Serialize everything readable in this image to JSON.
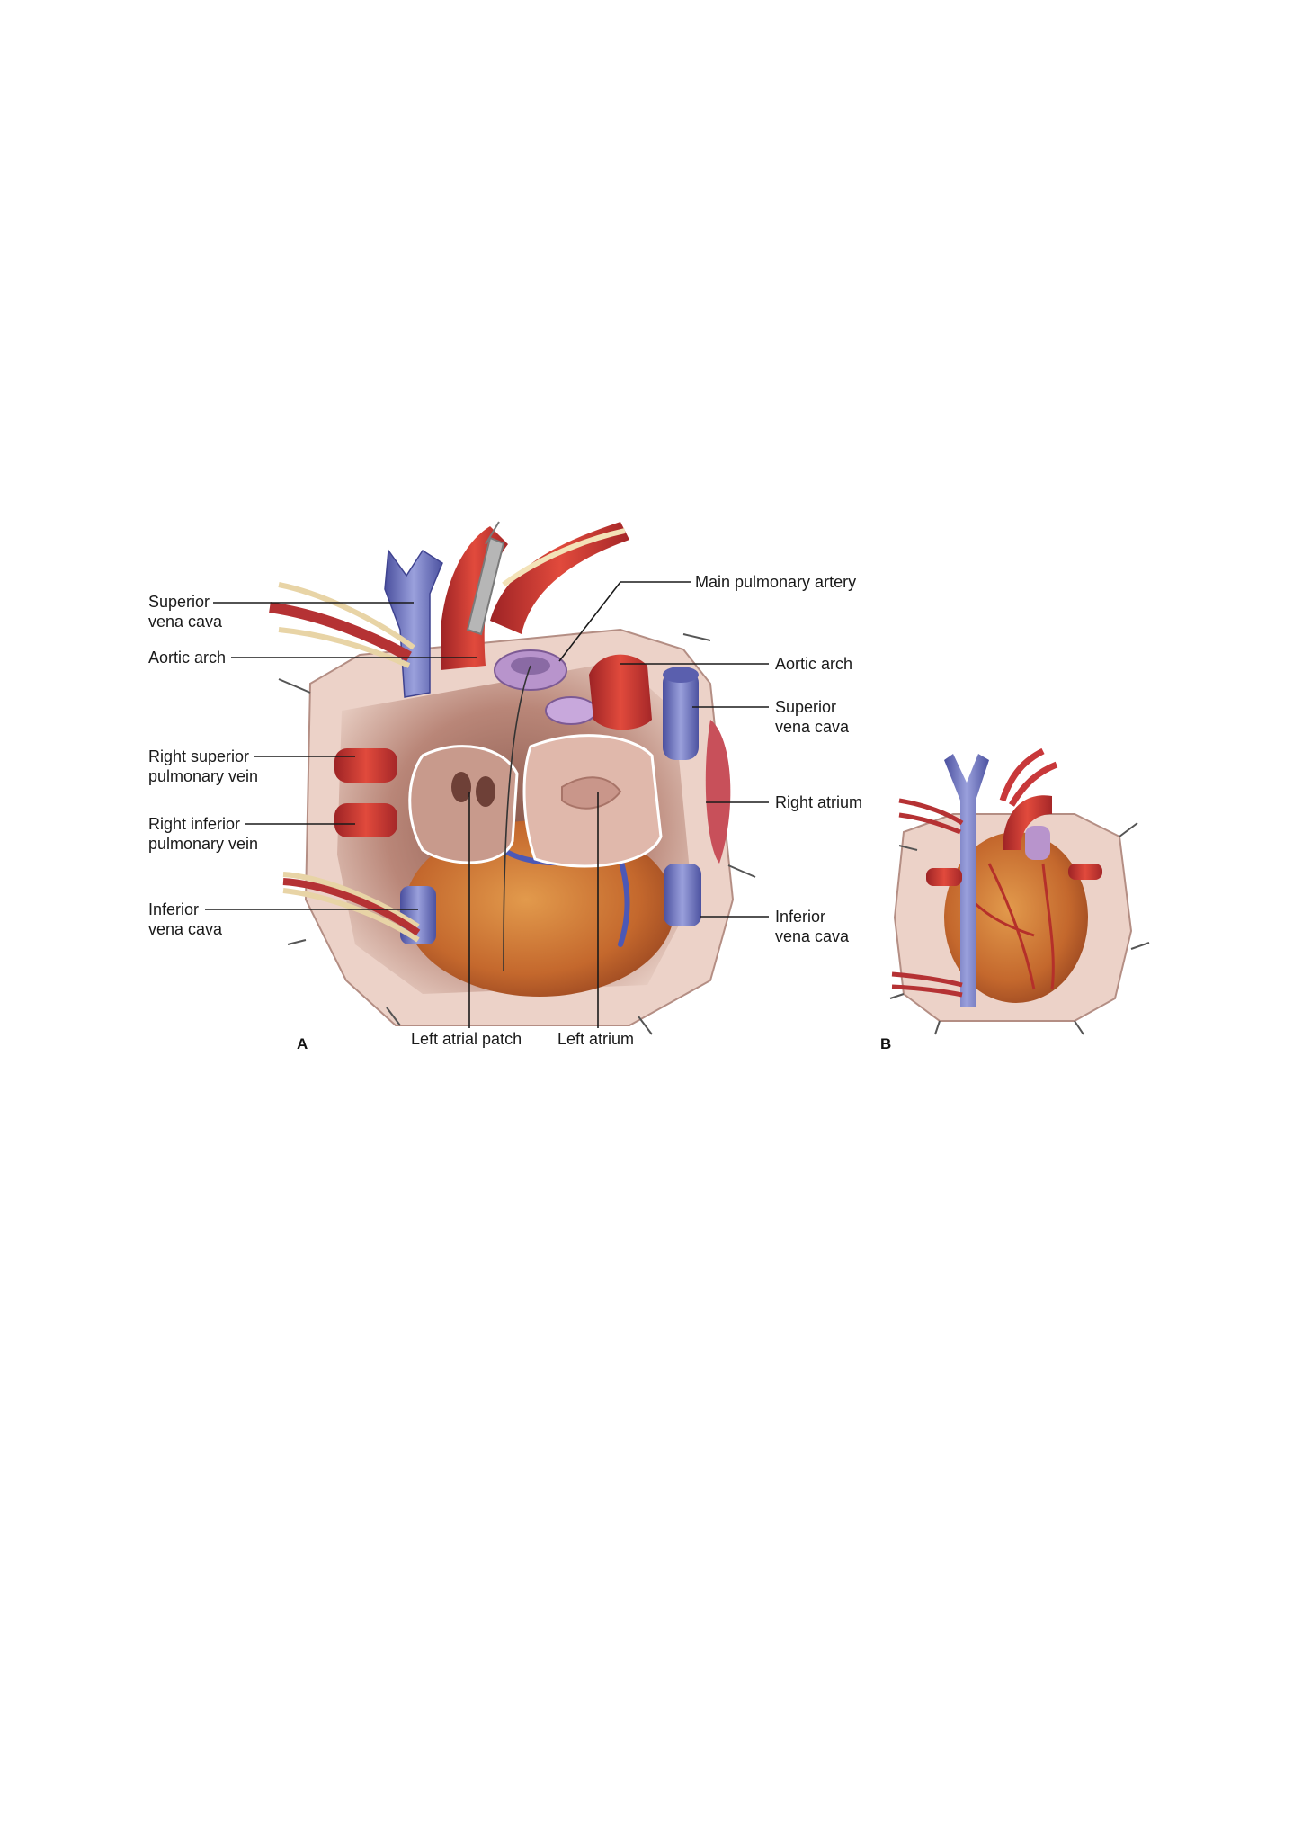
{
  "figure": {
    "panels": {
      "a": "A",
      "b": "B"
    },
    "labels": {
      "svc_left_1": "Superior",
      "svc_left_2": "vena cava",
      "aortic_arch_left": "Aortic arch",
      "rspv_1": "Right superior",
      "rspv_2": "pulmonary vein",
      "ripv_1": "Right inferior",
      "ripv_2": "pulmonary vein",
      "ivc_left_1": "Inferior",
      "ivc_left_2": "vena cava",
      "main_pa": "Main pulmonary artery",
      "aortic_arch_right": "Aortic arch",
      "svc_right_1": "Superior",
      "svc_right_2": "vena cava",
      "right_atrium": "Right atrium",
      "ivc_right_1": "Inferior",
      "ivc_right_2": "vena cava",
      "left_atrial_patch": "Left atrial patch",
      "left_atrium": "Left atrium"
    }
  },
  "colors": {
    "artery": "#c8383a",
    "vein": "#7078c0",
    "pulmonary_artery": "#b894cc",
    "pericardium": "#ecd2c8",
    "heart_muscle": "#c8702f",
    "fat": "#e2b35a"
  }
}
